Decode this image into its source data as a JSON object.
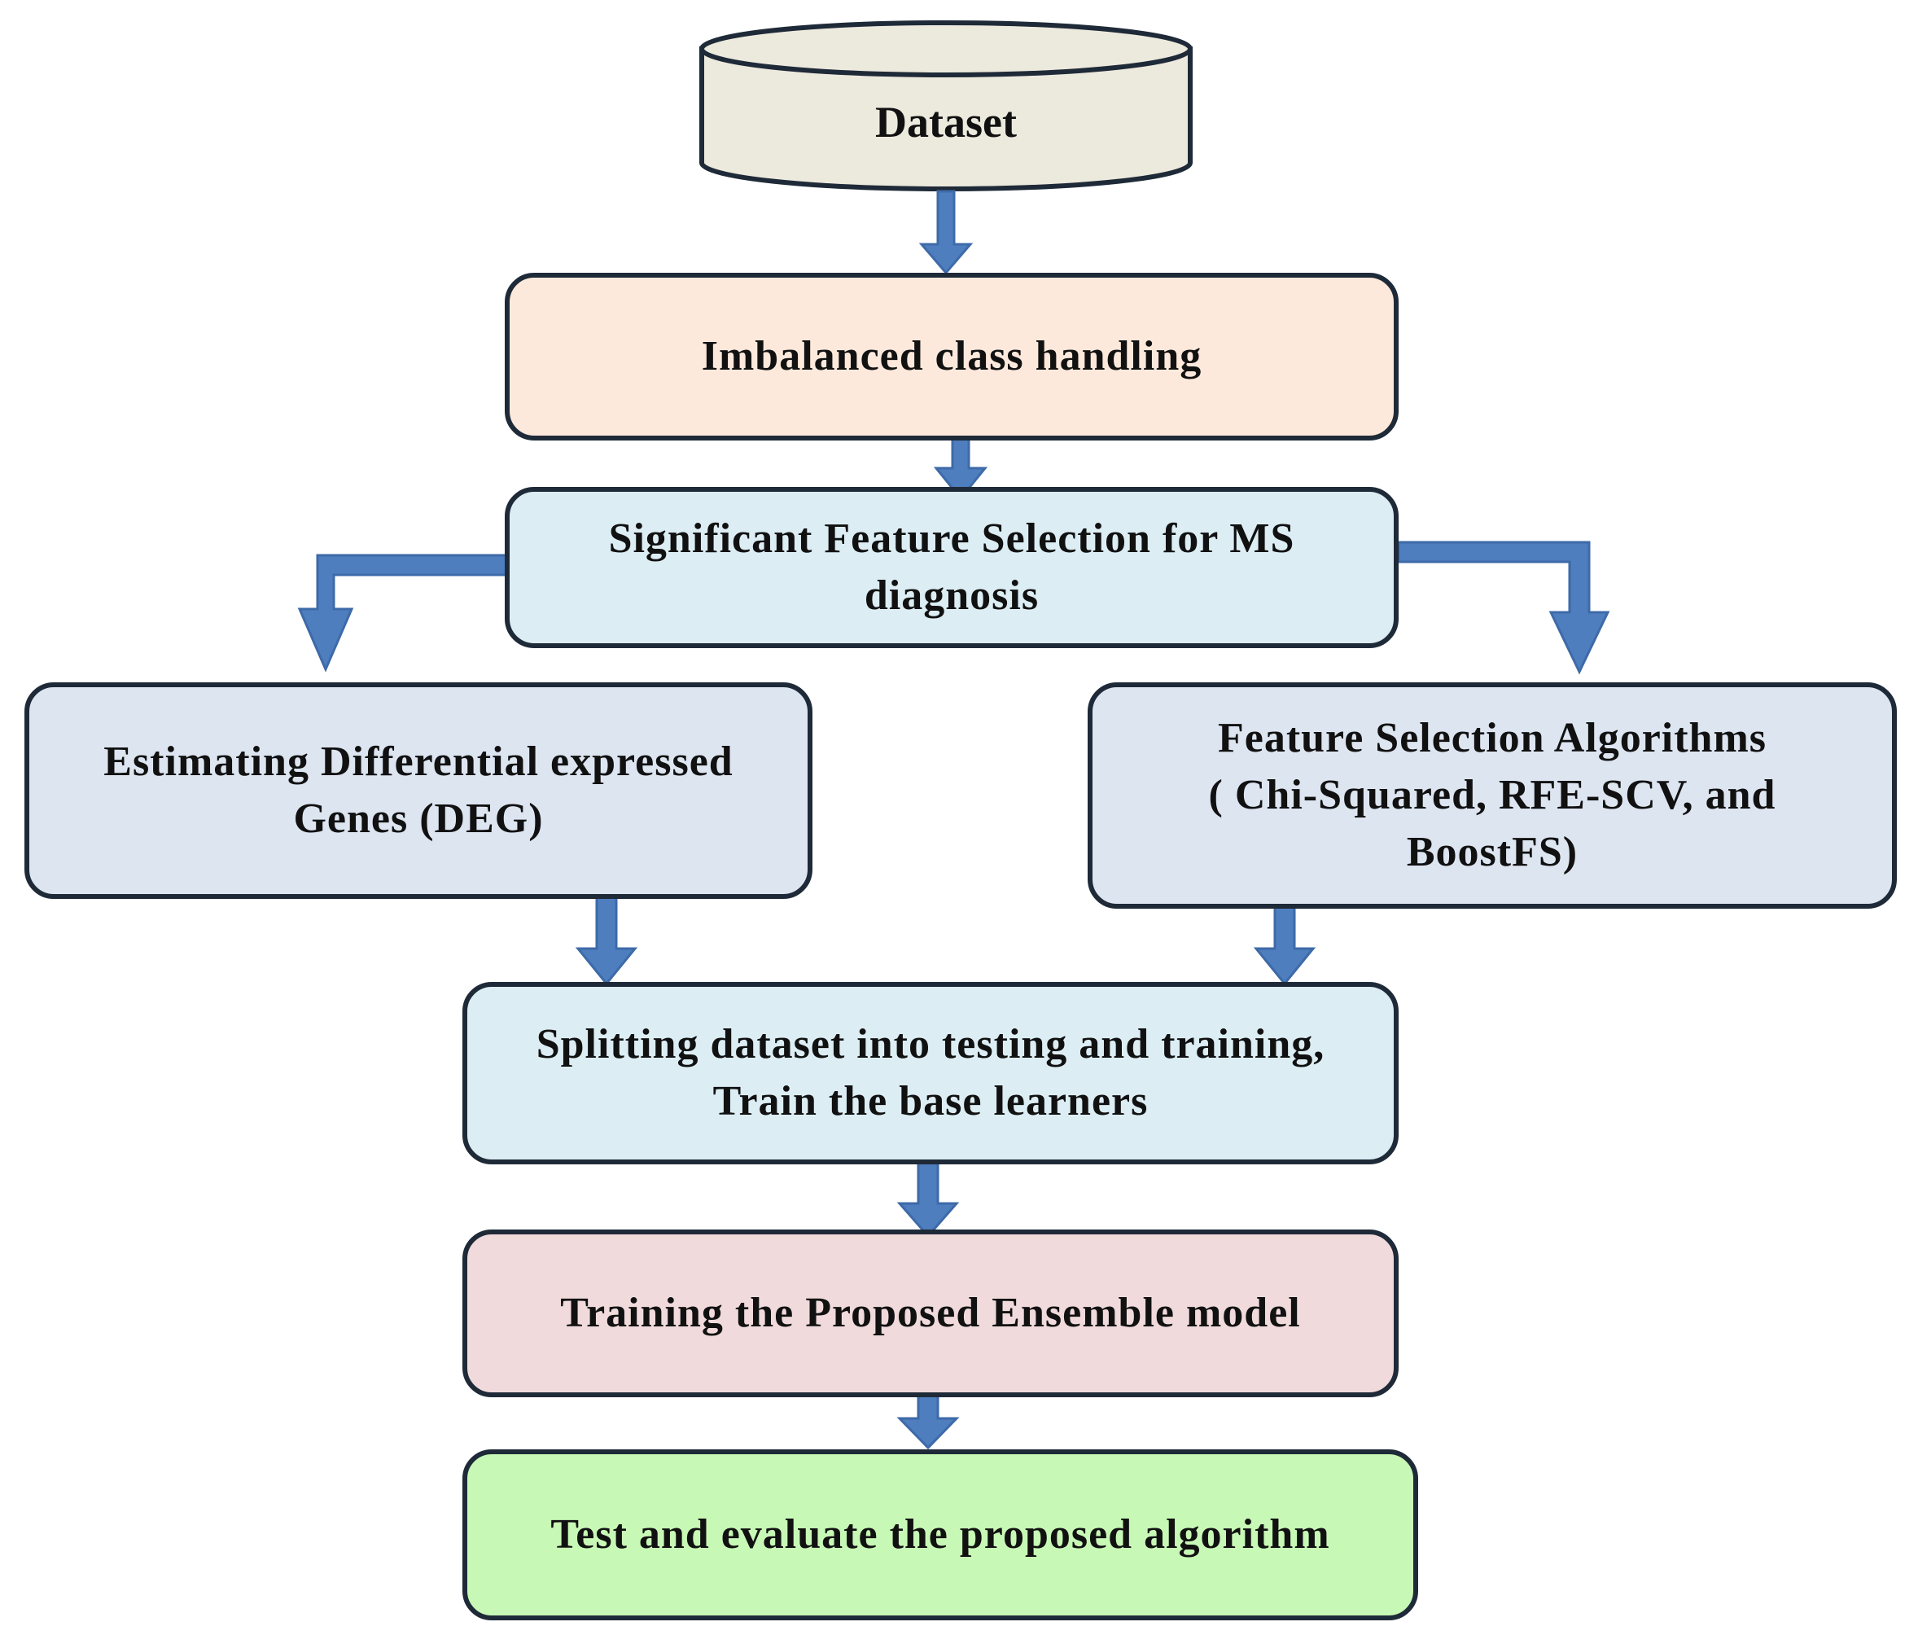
{
  "colors": {
    "dataset_fill": "#ece9dd",
    "imbalanced_fill": "#fde9dc",
    "significant_fill": "#dcedf4",
    "deg_fill": "#dde5f1",
    "fs_fill": "#dde5f1",
    "splitting_fill": "#dcedf4",
    "training_fill": "#f0dadc",
    "test_fill": "#c8f8b6",
    "arrow": "#4f7ebf",
    "border": "#1f2a38"
  },
  "nodes": {
    "dataset": {
      "label": "Dataset",
      "shape": "database-cylinder"
    },
    "imbalanced": {
      "lines": [
        "Imbalanced  class handling"
      ]
    },
    "significant": {
      "lines": [
        "Significant  Feature Selection for MS",
        "diagnosis"
      ]
    },
    "deg": {
      "lines": [
        "Estimating  Differential  expressed",
        "Genes (DEG)"
      ]
    },
    "fs": {
      "lines": [
        "Feature Selection Algorithms",
        "( Chi-Squared,  RFE-SCV, and",
        "BoostFS)"
      ]
    },
    "splitting": {
      "lines": [
        "Splitting  dataset into testing and training,",
        "Train  the base learners"
      ]
    },
    "training": {
      "lines": [
        "Training  the Proposed Ensemble model"
      ]
    },
    "test": {
      "lines": [
        "Test  and evaluate the proposed  algorithm"
      ]
    }
  },
  "edges": [
    {
      "from": "dataset",
      "to": "imbalanced"
    },
    {
      "from": "imbalanced",
      "to": "significant"
    },
    {
      "from": "significant",
      "to": "deg"
    },
    {
      "from": "significant",
      "to": "fs"
    },
    {
      "from": "deg",
      "to": "splitting"
    },
    {
      "from": "fs",
      "to": "splitting"
    },
    {
      "from": "splitting",
      "to": "training"
    },
    {
      "from": "training",
      "to": "test"
    }
  ]
}
